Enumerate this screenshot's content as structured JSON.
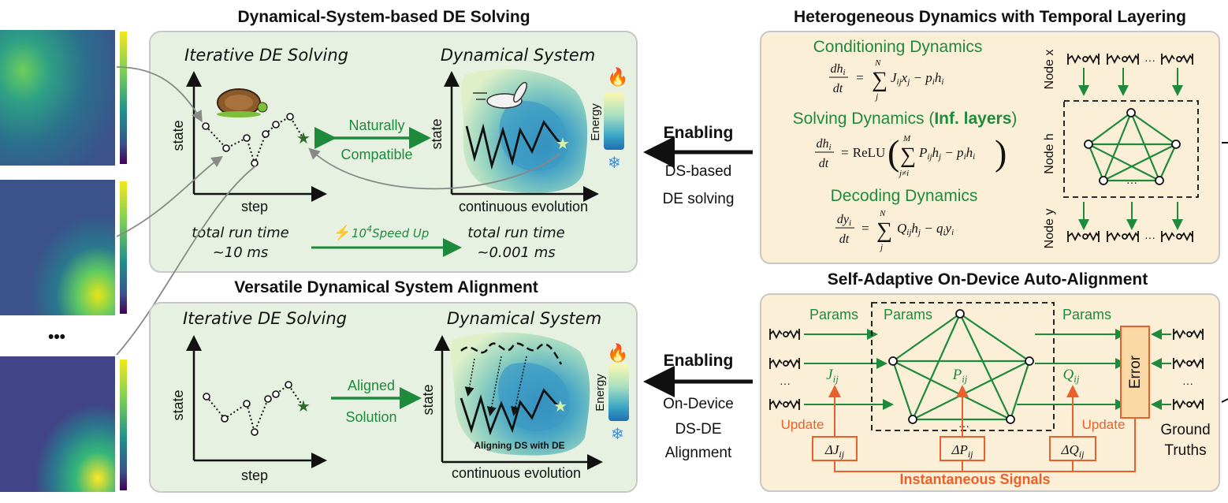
{
  "colors": {
    "green": "#1e8a3c",
    "orange": "#e8612c",
    "panel_green": "#e6f1e1",
    "panel_orange": "#fcefd8"
  },
  "top_panel": {
    "title": "Dynamical-System-based DE Solving",
    "left_sub": "Iterative DE Solving",
    "right_sub": "Dynamical System",
    "state": "state",
    "step": "step",
    "continuous": "continuous evolution",
    "energy": "Energy",
    "arrow_label_1": "Naturally",
    "arrow_label_2": "Compatible",
    "run_left_1": "total run time",
    "run_left_2": "~10 ms",
    "run_right_1": "total run time",
    "run_right_2": "~0.001 ms",
    "speedup_base": "10",
    "speedup_exp": "4",
    "speedup_text": "Speed Up"
  },
  "bottom_panel": {
    "title": "Versatile Dynamical System Alignment",
    "left_sub": "Iterative DE Solving",
    "right_sub": "Dynamical System",
    "state": "state",
    "step": "step",
    "continuous": "continuous evolution",
    "energy": "Energy",
    "arrow_label_1": "Aligned",
    "arrow_label_2": "Solution",
    "align_caption": "Aligning DS with DE"
  },
  "middle": {
    "top_enabling": "Enabling",
    "top_line1": "DS-based",
    "top_line2": "DE solving",
    "bottom_enabling": "Enabling",
    "bottom_line1": "On-Device",
    "bottom_line2": "DS-DE",
    "bottom_line3": "Alignment"
  },
  "hetero": {
    "title": "Heterogeneous Dynamics with Temporal Layering",
    "cond": "Conditioning Dynamics",
    "solving_pre": "Solving Dynamics (",
    "solving_bold": "Inf. layers",
    "solving_post": ")",
    "decoding": "Decoding Dynamics",
    "node_x": "Node x",
    "node_h": "Node h",
    "node_y": "Node y",
    "ellipsis": "···"
  },
  "auto": {
    "title": "Self-Adaptive On-Device Auto-Alignment",
    "params_left": "Params",
    "params_mid": "Params",
    "params_right": "Params",
    "error": "Error",
    "update_left": "Update",
    "update_right": "Update",
    "ground_1": "Ground",
    "ground_2": "Truths",
    "signals": "Instantaneous Signals",
    "ellipsis": "···"
  },
  "left_strip": {
    "ellipsis": "•••"
  }
}
